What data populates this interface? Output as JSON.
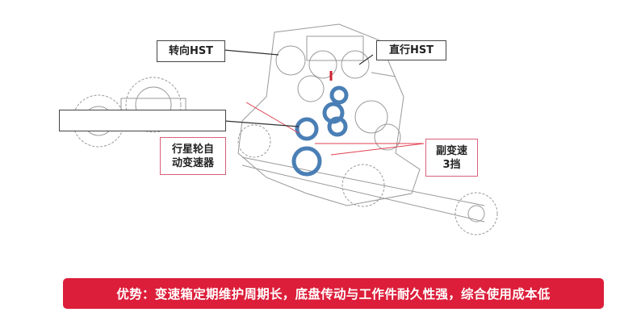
{
  "labels": {
    "steering_hst": "转向HST",
    "straight_hst": "直行HST",
    "empty_box": "",
    "planetary_line1": "行星轮自",
    "planetary_line2": "动变速器",
    "sub_trans_line1": "副变速",
    "sub_trans_line2": "3挡"
  },
  "banner": {
    "text": "优势：变速箱定期维护周期长，底盘传动与工作件耐久性强，综合使用成本低"
  },
  "colors": {
    "banner": "#dc1e3a",
    "gear_highlight": "#4a7fb5",
    "pointer_red": "#e04050"
  }
}
